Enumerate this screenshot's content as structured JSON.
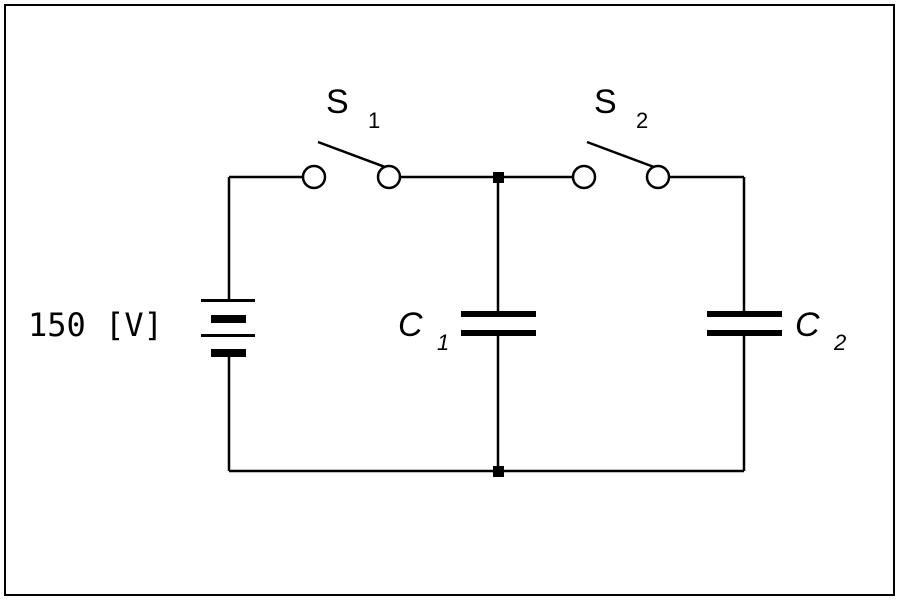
{
  "circuit": {
    "battery": {
      "label": "150 [V]"
    },
    "switch_1": {
      "main": "S",
      "sub": "1"
    },
    "switch_2": {
      "main": "S",
      "sub": "2"
    },
    "capacitor_1": {
      "main": "C",
      "sub": "1"
    },
    "capacitor_2": {
      "main": "C",
      "sub": "2"
    }
  }
}
